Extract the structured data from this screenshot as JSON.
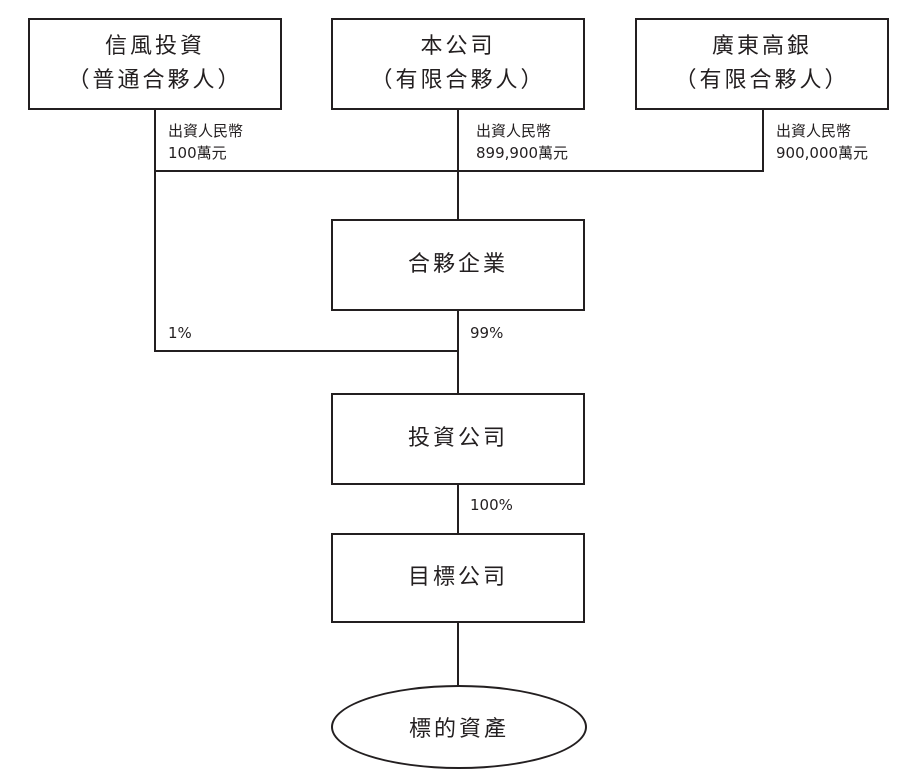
{
  "partners": [
    {
      "name": "信風投資",
      "role": "（普通合夥人）",
      "contribution_prefix": "出資人民幣",
      "contribution_amount": "100萬元"
    },
    {
      "name": "本公司",
      "role": "（有限合夥人）",
      "contribution_prefix": "出資人民幣",
      "contribution_amount": "899,900萬元"
    },
    {
      "name": "廣東高銀",
      "role": "（有限合夥人）",
      "contribution_prefix": "出資人民幣",
      "contribution_amount": "900,000萬元"
    }
  ],
  "partnership": {
    "name": "合夥企業"
  },
  "investment_company": {
    "name": "投資公司"
  },
  "target_company": {
    "name": "目標公司"
  },
  "target_asset": {
    "name": "標的資產"
  },
  "stakes": {
    "gp_to_investco": "1%",
    "partnership_to_investco": "99%",
    "investco_to_target": "100%"
  }
}
